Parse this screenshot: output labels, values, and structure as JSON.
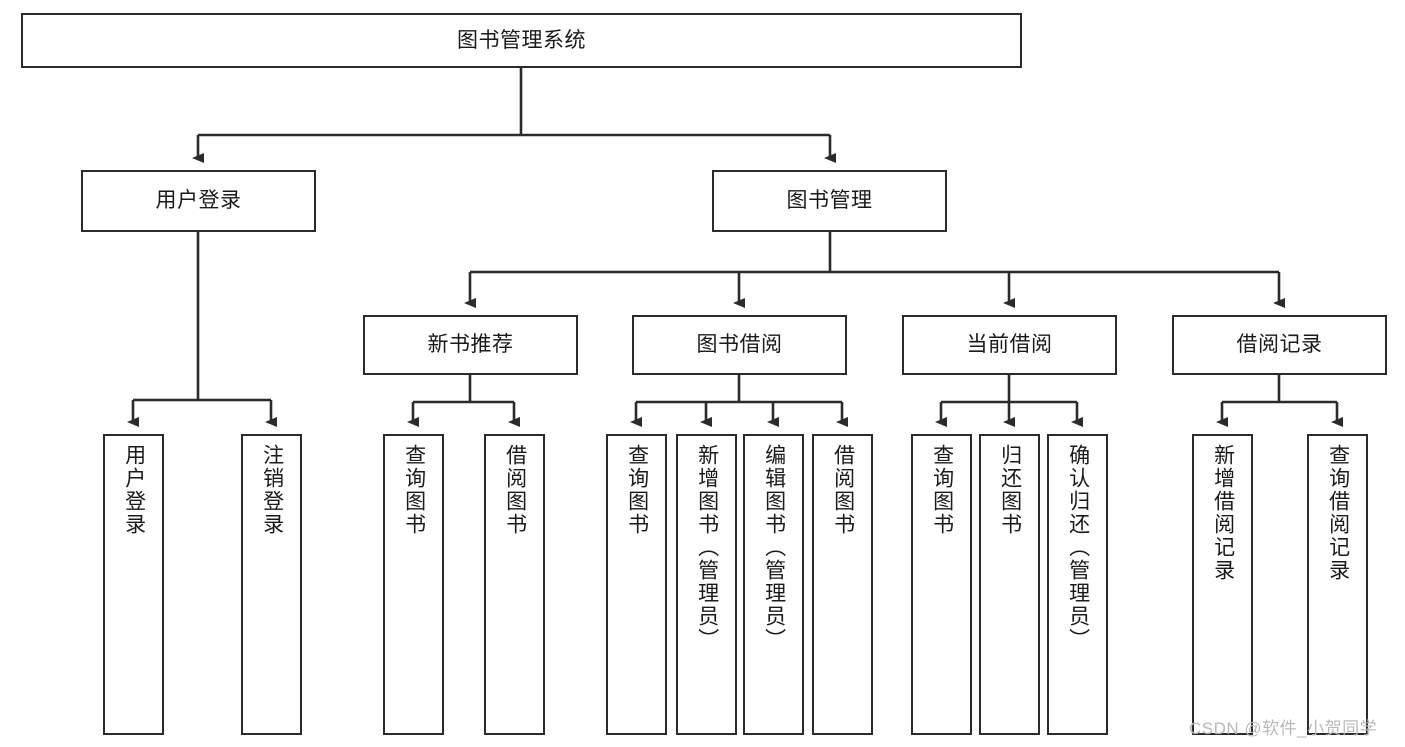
{
  "diagram": {
    "title": "图书管理系统",
    "type": "tree-hierarchy",
    "watermark": "CSDN @软件_小贺同学",
    "colors": {
      "background": "#ffffff",
      "box_border": "#2b2b2b",
      "box_fill": "#ffffff",
      "connector": "#2b2b2b",
      "text": "#1a1a1a",
      "watermark": "#b9b9b9"
    },
    "nodes": {
      "root": {
        "label": "图书管理系统",
        "level": 1,
        "orientation": "horizontal"
      },
      "l2": [
        {
          "label": "用户登录",
          "orientation": "horizontal"
        },
        {
          "label": "图书管理",
          "orientation": "horizontal"
        }
      ],
      "l3": [
        {
          "label": "新书推荐",
          "orientation": "horizontal"
        },
        {
          "label": "图书借阅",
          "orientation": "horizontal"
        },
        {
          "label": "当前借阅",
          "orientation": "horizontal"
        },
        {
          "label": "借阅记录",
          "orientation": "horizontal"
        }
      ],
      "leaves_user_login": [
        {
          "label": "用户登录",
          "orientation": "vertical"
        },
        {
          "label": "注销登录",
          "orientation": "vertical"
        }
      ],
      "leaves_new_book": [
        {
          "label": "查询图书",
          "orientation": "vertical"
        },
        {
          "label": "借阅图书",
          "orientation": "vertical"
        }
      ],
      "leaves_borrow": [
        {
          "label": "查询图书",
          "orientation": "vertical"
        },
        {
          "label": "新增图书（管理员）",
          "orientation": "vertical"
        },
        {
          "label": "编辑图书（管理员）",
          "orientation": "vertical"
        },
        {
          "label": "借阅图书",
          "orientation": "vertical"
        }
      ],
      "leaves_current": [
        {
          "label": "查询图书",
          "orientation": "vertical"
        },
        {
          "label": "归还图书",
          "orientation": "vertical"
        },
        {
          "label": "确认归还（管理员）",
          "orientation": "vertical"
        }
      ],
      "leaves_record": [
        {
          "label": "新增借阅记录",
          "orientation": "vertical"
        },
        {
          "label": "查询借阅记录",
          "orientation": "vertical"
        }
      ]
    }
  }
}
